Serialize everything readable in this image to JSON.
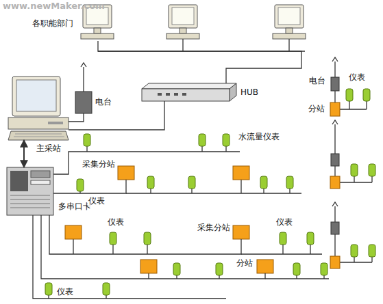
{
  "diagram": {
    "nodes": [
      {
        "text": [
          "各职能部门"
        ]
      },
      {
        "text": [
          "电台"
        ]
      },
      {
        "text": [
          "HUB"
        ]
      },
      {
        "text": [
          "电台"
        ]
      },
      {
        "text": [
          "分站"
        ]
      },
      {
        "text": [
          "主采站"
        ]
      },
      {
        "text": [
          "采集分站"
        ]
      },
      {
        "text": [
          "多串口卡"
        ]
      },
      {
        "text": [
          "采集分站"
        ]
      },
      {
        "text": [
          "分站"
        ]
      }
    ],
    "edges": [
      {
        "from": 0,
        "to": 2,
        "arrow": "none"
      },
      {
        "from": 2,
        "to": 5,
        "arrow": "none"
      },
      {
        "from": 3,
        "to": 5,
        "arrow": "none"
      },
      {
        "from": 5,
        "to": 7,
        "arrow": "both"
      },
      {
        "from": 7,
        "to": 6,
        "arrow": "none"
      },
      {
        "from": 7,
        "to": 8,
        "arrow": "none"
      },
      {
        "from": 7,
        "to": 9,
        "arrow": "none"
      },
      {
        "from": 1,
        "to": 4,
        "arrow": "none"
      }
    ],
    "labels": [
      "www.newMaker.com",
      "仪表",
      "水流量仪表",
      "仪表",
      "仪表",
      "仪表",
      "仪表"
    ]
  }
}
